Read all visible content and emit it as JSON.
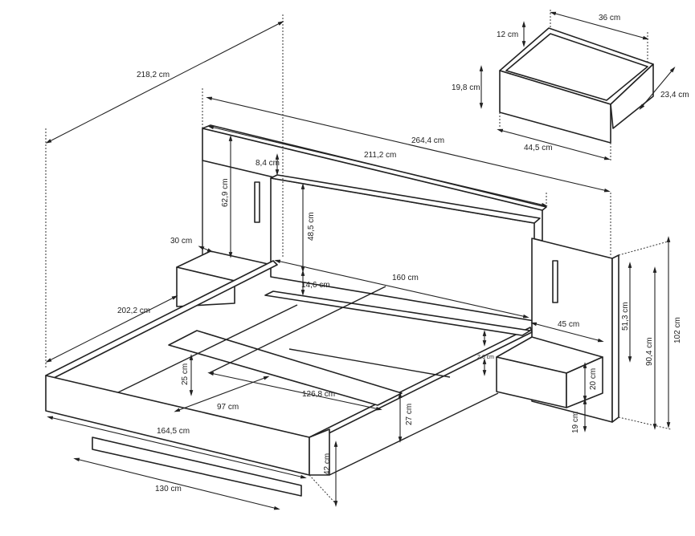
{
  "title": "Bed with headboard and bedside drawers - dimension drawing",
  "dimensions": {
    "overall_length": "218,2 cm",
    "overall_width": "264,4 cm",
    "headboard_width": "211,2 cm",
    "headboard_offset": "8,4 cm",
    "side_panel_height": "62,9 cm",
    "headboard_panel_height": "48,5 cm",
    "shelf_depth": "30 cm",
    "frame_length": "202,2 cm",
    "headboard_gap": "14,6 cm",
    "mattress_width": "160 cm",
    "nightstand_width": "45 cm",
    "slat_thickness": "2,6 cm",
    "side_panel_right_height": "51,3 cm",
    "total_height_mid": "90,4 cm",
    "total_height": "102 cm",
    "nightstand_height": "20 cm",
    "nightstand_floor_gap": "19 cm",
    "slat_gap": "25 cm",
    "inner_length": "126,8 cm",
    "slat_width": "97 cm",
    "frame_height": "27 cm",
    "frame_width": "164,5 cm",
    "base_height": "42 cm",
    "base_width": "130 cm"
  },
  "drawer": {
    "width": "36 cm",
    "inner_height": "12 cm",
    "front_height": "19,8 cm",
    "depth": "23,4 cm",
    "front_width": "44,5 cm"
  }
}
